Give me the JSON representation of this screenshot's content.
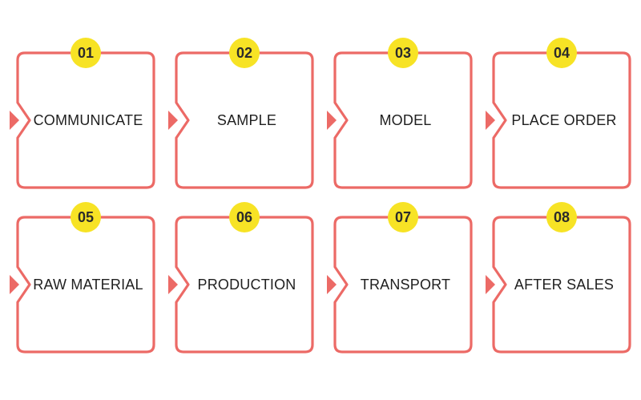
{
  "colors": {
    "frame": "#ec6a66",
    "badge": "#f7e325",
    "text": "#1f1f1f"
  },
  "steps": [
    {
      "number": "01",
      "label": "COMMUNICATE"
    },
    {
      "number": "02",
      "label": "SAMPLE"
    },
    {
      "number": "03",
      "label": "MODEL"
    },
    {
      "number": "04",
      "label": "PLACE ORDER"
    },
    {
      "number": "05",
      "label": "RAW MATERIAL"
    },
    {
      "number": "06",
      "label": "PRODUCTION"
    },
    {
      "number": "07",
      "label": "TRANSPORT"
    },
    {
      "number": "08",
      "label": "AFTER SALES"
    }
  ]
}
